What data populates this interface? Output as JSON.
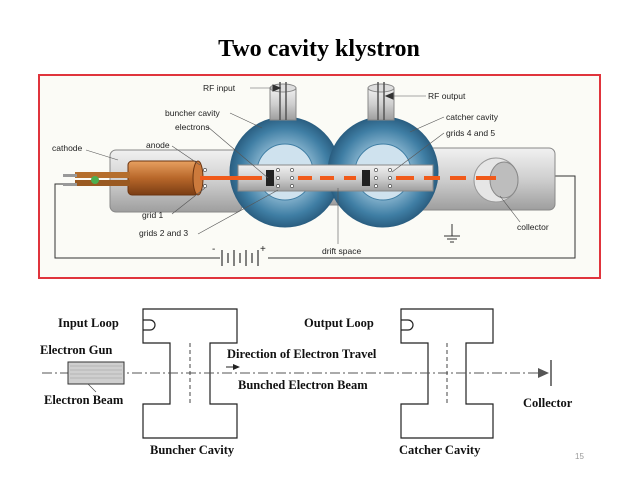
{
  "title": "Two cavity klystron",
  "top_diagram": {
    "labels": {
      "rf_input": "RF input",
      "rf_output": "RF output",
      "buncher_cavity": "buncher cavity",
      "catcher_cavity": "catcher cavity",
      "electrons": "electrons",
      "grids_4_5": "grids 4 and 5",
      "cathode": "cathode",
      "anode": "anode",
      "grid_1": "grid 1",
      "grids_2_3": "grids 2 and 3",
      "drift_space": "drift space",
      "collector": "collector",
      "battery_minus": "-",
      "battery_plus": "+"
    }
  },
  "bottom_diagram": {
    "labels": {
      "input_loop": "Input Loop",
      "output_loop": "Output Loop",
      "electron_gun": "Electron Gun",
      "direction": "Direction of Electron Travel",
      "bunched_beam": "Bunched Electron Beam",
      "electron_beam": "Electron Beam",
      "collector": "Collector",
      "buncher_cavity": "Buncher Cavity",
      "catcher_cavity": "Catcher Cavity"
    }
  },
  "page_number": "15",
  "colors": {
    "frame": "#e0343c",
    "beam": "#f05a1a",
    "cavity": "#4f8fb4"
  }
}
